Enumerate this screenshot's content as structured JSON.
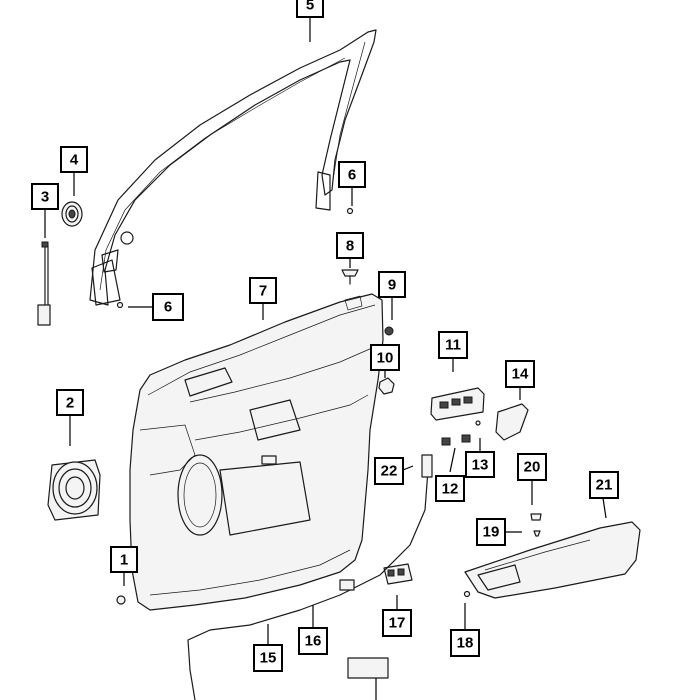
{
  "diagram": {
    "callouts": [
      {
        "id": "c1",
        "label": "1"
      },
      {
        "id": "c2",
        "label": "2"
      },
      {
        "id": "c3",
        "label": "3"
      },
      {
        "id": "c4",
        "label": "4"
      },
      {
        "id": "c5",
        "label": "5"
      },
      {
        "id": "c6a",
        "label": "6"
      },
      {
        "id": "c6b",
        "label": "6"
      },
      {
        "id": "c7",
        "label": "7"
      },
      {
        "id": "c8",
        "label": "8"
      },
      {
        "id": "c9",
        "label": "9"
      },
      {
        "id": "c10",
        "label": "10"
      },
      {
        "id": "c11",
        "label": "11"
      },
      {
        "id": "c12",
        "label": "12"
      },
      {
        "id": "c13",
        "label": "13"
      },
      {
        "id": "c14",
        "label": "14"
      },
      {
        "id": "c15",
        "label": "15"
      },
      {
        "id": "c16",
        "label": "16"
      },
      {
        "id": "c17",
        "label": "17"
      },
      {
        "id": "c18",
        "label": "18"
      },
      {
        "id": "c19",
        "label": "19"
      },
      {
        "id": "c20",
        "label": "20"
      },
      {
        "id": "c21",
        "label": "21"
      },
      {
        "id": "c22",
        "label": "22"
      }
    ]
  }
}
